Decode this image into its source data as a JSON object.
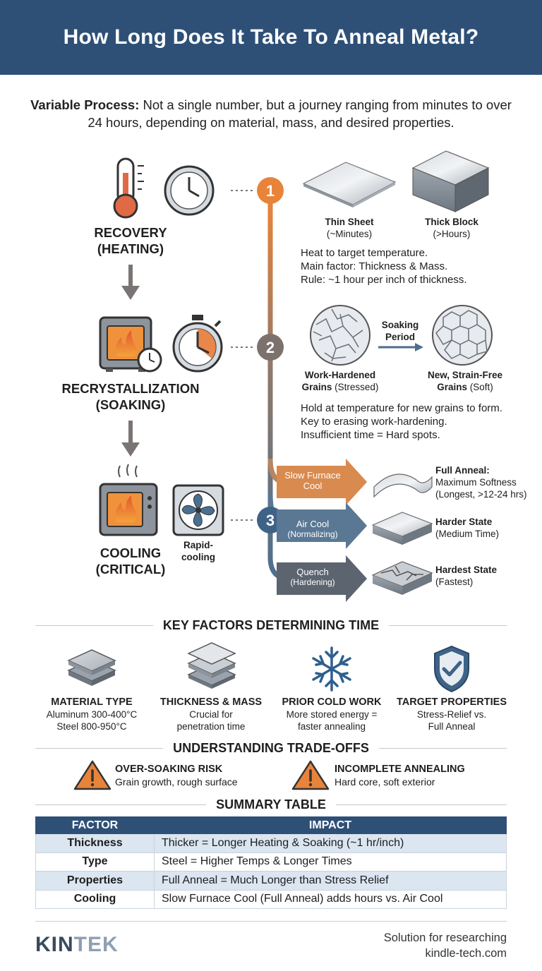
{
  "header": {
    "title": "How Long Does It Take To Anneal Metal?"
  },
  "intro": {
    "bold": "Variable Process:",
    "text": " Not a single number, but a journey ranging from minutes to over 24 hours, depending on material, mass, and desired properties."
  },
  "stages": [
    {
      "number": "1",
      "label_line1": "RECOVERY",
      "label_line2": "(HEATING)"
    },
    {
      "number": "2",
      "label_line1": "RECRYSTALLIZATION",
      "label_line2": "(SOAKING)"
    },
    {
      "number": "3",
      "label_line1": "COOLING",
      "label_line2": "(CRITICAL)",
      "side_label_line1": "Rapid-",
      "side_label_line2": "cooling"
    }
  ],
  "heating": {
    "thin": {
      "title": "Thin Sheet",
      "sub": "(~Minutes)"
    },
    "thick": {
      "title": "Thick Block",
      "sub": "(>Hours)"
    },
    "lines": [
      "Heat to target temperature.",
      "Main factor: Thickness & Mass.",
      "Rule: ~1 hour per inch of thickness."
    ]
  },
  "soaking": {
    "arrow_label_line1": "Soaking",
    "arrow_label_line2": "Period",
    "before": {
      "title": "Work-Hardened",
      "title2": "Grains",
      "sub": "(Stressed)"
    },
    "after": {
      "title": "New, Strain-Free",
      "title2": "Grains",
      "sub": "(Soft)"
    },
    "lines": [
      "Hold at temperature for new grains to form.",
      "Key to erasing work-hardening.",
      "Insufficient time = Hard spots."
    ]
  },
  "cooling": [
    {
      "label_line1": "Slow Furnace",
      "label_line2": "Cool",
      "title": "Full Anneal:",
      "line1": "Maximum Softness",
      "line2": "(Longest, >12-24 hrs)",
      "color": "#d98a4e"
    },
    {
      "label_line1": "Air Cool",
      "label_line2": "(Normalizing)",
      "title": "Harder State",
      "line1": "(Medium Time)",
      "line2": "",
      "color": "#5a7894"
    },
    {
      "label_line1": "Quench",
      "label_line2": "(Hardening)",
      "title": "Hardest State",
      "line1": "(Fastest)",
      "line2": "",
      "color": "#5c6470"
    }
  ],
  "key_factors": {
    "title": "KEY FACTORS DETERMINING TIME",
    "items": [
      {
        "title": "MATERIAL TYPE",
        "line1": "Aluminum 300-400°C",
        "line2": "Steel 800-950°C"
      },
      {
        "title": "THICKNESS & MASS",
        "line1": "Crucial for",
        "line2": "penetration time"
      },
      {
        "title": "PRIOR COLD WORK",
        "line1": "More stored energy =",
        "line2": "faster annealing"
      },
      {
        "title": "TARGET PROPERTIES",
        "line1": "Stress-Relief vs.",
        "line2": "Full Anneal"
      }
    ]
  },
  "tradeoffs": {
    "title": "UNDERSTANDING TRADE-OFFS",
    "items": [
      {
        "title": "OVER-SOAKING RISK",
        "desc": "Grain growth, rough surface"
      },
      {
        "title": "INCOMPLETE ANNEALING",
        "desc": "Hard core, soft exterior"
      }
    ]
  },
  "summary": {
    "title": "SUMMARY TABLE",
    "headers": [
      "FACTOR",
      "IMPACT"
    ],
    "rows": [
      [
        "Thickness",
        "Thicker = Longer Heating & Soaking (~1 hr/inch)"
      ],
      [
        "Type",
        "Steel = Higher Temps & Longer Times"
      ],
      [
        "Properties",
        "Full Anneal = Much Longer than Stress Relief"
      ],
      [
        "Cooling",
        "Slow Furnace Cool (Full Anneal) adds hours vs. Air Cool"
      ]
    ]
  },
  "footer": {
    "logo_a": "KIN",
    "logo_b": "TEK",
    "line1": "Solution for researching",
    "line2": "kindle-tech.com"
  },
  "colors": {
    "navy": "#2e5077",
    "orange": "#e8833a",
    "gray": "#6b6b6b",
    "steel": "#9aa3ad"
  }
}
